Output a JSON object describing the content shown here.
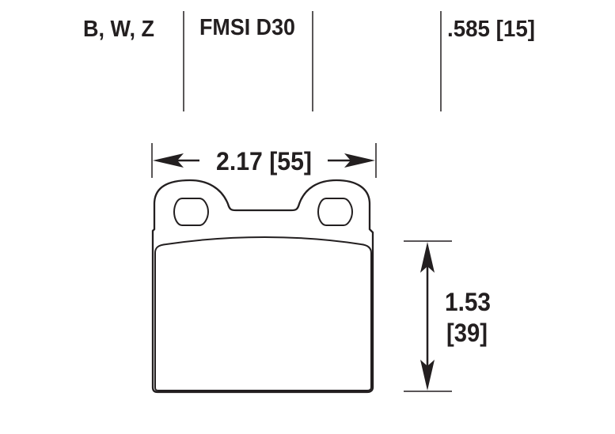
{
  "header": {
    "positions": "B, W, Z",
    "fmsi": "FMSI D30",
    "blank": "",
    "thickness": ".585 [15]"
  },
  "dimensions": {
    "width": "2.17 [55]",
    "height_in": "1.53",
    "height_mm": "[39]"
  },
  "colors": {
    "ink": "#231f20",
    "background": "#ffffff"
  }
}
